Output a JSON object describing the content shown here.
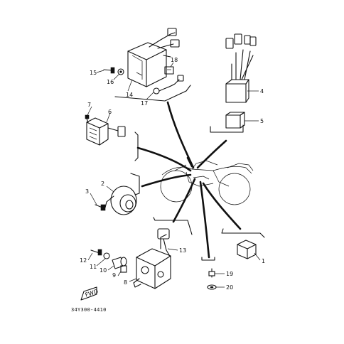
{
  "diagram_code": "34Y300-4410",
  "fwd_label": "FWD",
  "parts": [
    {
      "id": "p1",
      "number": "1"
    },
    {
      "id": "p2",
      "number": "2"
    },
    {
      "id": "p3",
      "number": "3"
    },
    {
      "id": "p4",
      "number": "4"
    },
    {
      "id": "p5",
      "number": "5"
    },
    {
      "id": "p6",
      "number": "6"
    },
    {
      "id": "p7",
      "number": "7"
    },
    {
      "id": "p8",
      "number": "8"
    },
    {
      "id": "p9",
      "number": "9"
    },
    {
      "id": "p10",
      "number": "10"
    },
    {
      "id": "p11",
      "number": "11"
    },
    {
      "id": "p12",
      "number": "12"
    },
    {
      "id": "p13",
      "number": "13"
    },
    {
      "id": "p14",
      "number": "14"
    },
    {
      "id": "p15",
      "number": "15"
    },
    {
      "id": "p16",
      "number": "16"
    },
    {
      "id": "p17",
      "number": "17"
    },
    {
      "id": "p18",
      "number": "18"
    },
    {
      "id": "p19",
      "number": "19"
    },
    {
      "id": "p20",
      "number": "20"
    }
  ]
}
